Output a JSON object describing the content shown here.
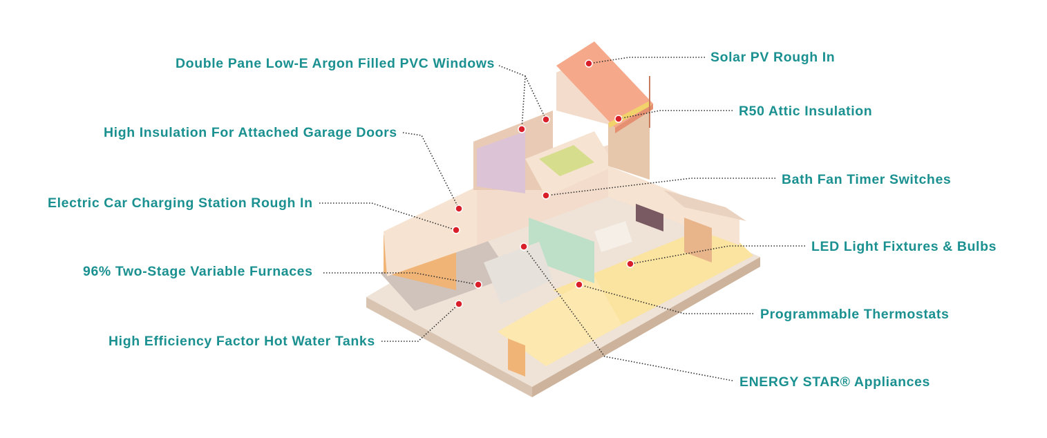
{
  "colors": {
    "label_text": "#1a9090",
    "marker_fill": "#d81f2a",
    "leader_line": "#2c2c2c",
    "roof": "#f5a98a",
    "floor": "#fbe3a0",
    "wall": "#f6e3d2",
    "wall_shade": "#e9cbb5",
    "garage": "#f0b476",
    "bedding": "#d6dd8c",
    "kitchen_green": "#bfe0c8"
  },
  "callouts": [
    {
      "id": "solar",
      "text": "Solar PV Rough In"
    },
    {
      "id": "attic",
      "text": "R50 Attic Insulation"
    },
    {
      "id": "windows",
      "text": "Double Pane Low-E Argon Filled PVC Windows"
    },
    {
      "id": "garage_doors",
      "text": "High Insulation For Attached Garage Doors"
    },
    {
      "id": "bath_fan",
      "text": "Bath Fan Timer Switches"
    },
    {
      "id": "ev_charging",
      "text": "Electric Car Charging Station Rough In"
    },
    {
      "id": "led",
      "text": "LED Light Fixtures & Bulbs"
    },
    {
      "id": "furnace",
      "text": "96% Two-Stage Variable Furnaces"
    },
    {
      "id": "thermostat",
      "text": "Programmable Thermostats"
    },
    {
      "id": "water_tank",
      "text": "High Efficiency Factor Hot Water Tanks"
    },
    {
      "id": "energy_star",
      "text": "ENERGY STAR® Appliances"
    }
  ]
}
